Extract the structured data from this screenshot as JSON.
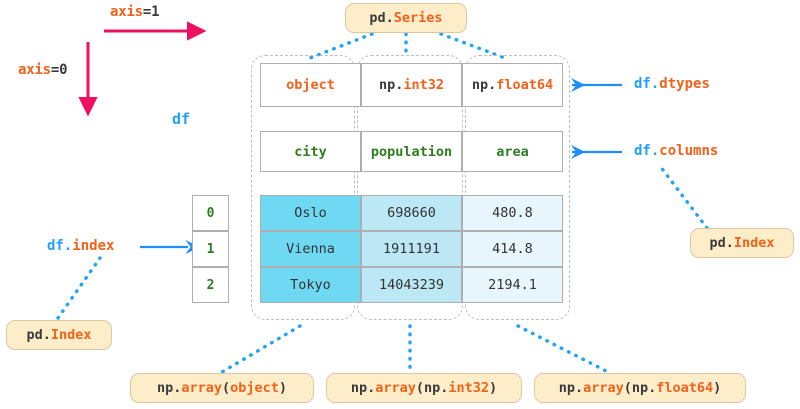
{
  "diagram": {
    "title_box": {
      "prefix": "pd.",
      "name": "Series"
    },
    "axes": [
      {
        "id": "axis1",
        "prefix": "axis",
        "value": "=1"
      },
      {
        "id": "axis0",
        "prefix": "axis",
        "value": "=0"
      }
    ],
    "df_label": "df",
    "attributes": [
      {
        "id": "dtypes",
        "obj": "df",
        "dot": ".",
        "attr": "dtypes"
      },
      {
        "id": "columns",
        "obj": "df",
        "dot": ".",
        "attr": "columns"
      },
      {
        "id": "index",
        "obj": "df",
        "dot": ".",
        "attr": "index"
      }
    ],
    "index_tag_left": {
      "prefix": "pd.",
      "name": "Index"
    },
    "index_tag_right": {
      "prefix": "pd.",
      "name": "Index"
    },
    "array_tags": [
      {
        "prefix": "np.",
        "fn": "array",
        "open": "(",
        "arg_plain": "",
        "arg_accent": "object",
        "close": ")"
      },
      {
        "prefix": "np.",
        "fn": "array",
        "open": "(",
        "arg_plain": "np.",
        "arg_accent": "int32",
        "close": ")"
      },
      {
        "prefix": "np.",
        "fn": "array",
        "open": "(",
        "arg_plain": "np.",
        "arg_accent": "float64",
        "close": ")"
      }
    ],
    "table": {
      "dtypes": [
        {
          "plain": "",
          "accent": "object"
        },
        {
          "plain": "np.",
          "accent": "int32"
        },
        {
          "plain": "np.",
          "accent": "float64"
        }
      ],
      "columns": [
        "city",
        "population",
        "area"
      ],
      "index": [
        "0",
        "1",
        "2"
      ],
      "rows": [
        [
          "Oslo",
          "698660",
          "480.8"
        ],
        [
          "Vienna",
          "1911191",
          "414.8"
        ],
        [
          "Tokyo",
          "14043239",
          "2194.1"
        ]
      ]
    },
    "colors": {
      "accent_orange": "#F4611A",
      "link_blue": "#1FA2F7",
      "header_green": "#2E7D1E",
      "axis_arrow_pink": "#EE1060",
      "tag_fill": "#FDEDC9",
      "tag_border": "#D9C9A3",
      "col_tint_city": "#6FD8F2",
      "col_tint_population": "#BCE8F6",
      "col_tint_area": "#E7F6FC",
      "cell_border": "#AFAFAF",
      "dashed_border": "#BFBFBF"
    }
  }
}
